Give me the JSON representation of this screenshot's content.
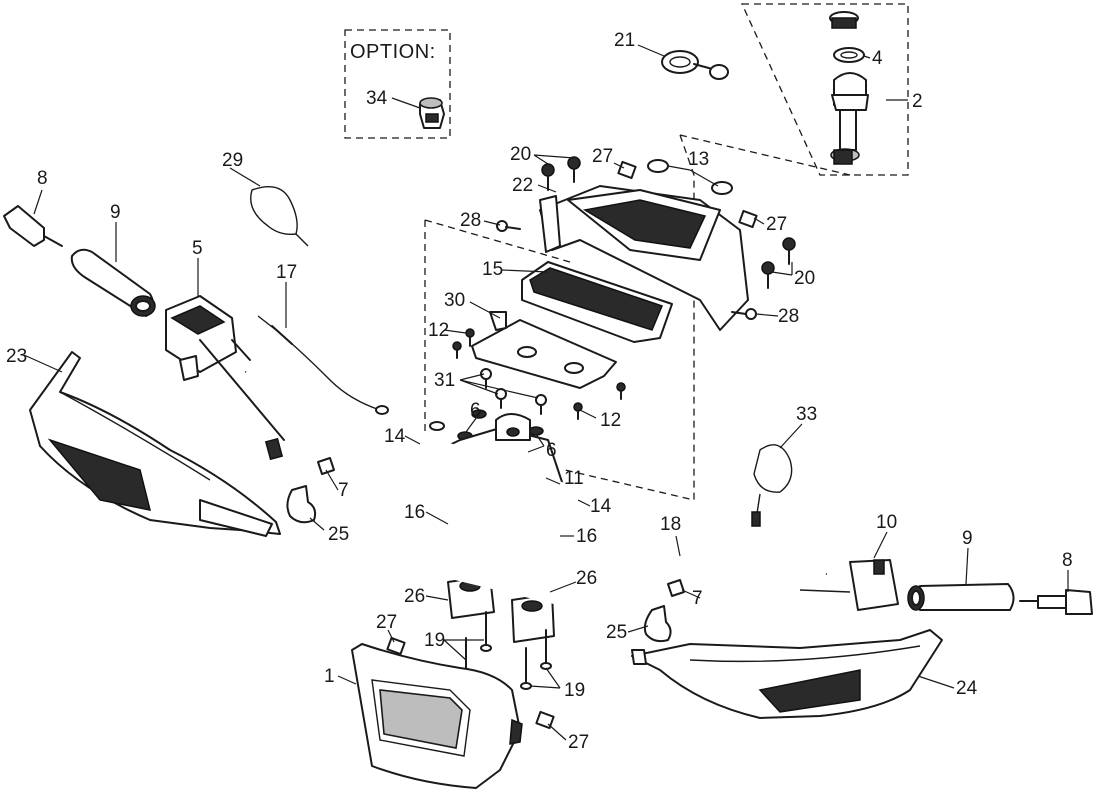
{
  "option_box": {
    "title": "OPTION:"
  },
  "callouts": {
    "c1": "1",
    "c2": "2",
    "c4": "4",
    "c5": "5",
    "c6a": "6",
    "c6b": "6",
    "c7a": "7",
    "c7b": "7",
    "c8a": "8",
    "c8b": "8",
    "c9a": "9",
    "c9b": "9",
    "c10": "10",
    "c11": "11",
    "c12a": "12",
    "c12b": "12",
    "c13": "13",
    "c14a": "14",
    "c14b": "14",
    "c15": "15",
    "c16a": "16",
    "c16b": "16",
    "c17": "17",
    "c18": "18",
    "c19a": "19",
    "c19b": "19",
    "c20a": "20",
    "c20b": "20",
    "c21": "21",
    "c22": "22",
    "c23": "23",
    "c24": "24",
    "c25a": "25",
    "c25b": "25",
    "c26a": "26",
    "c26b": "26",
    "c27a": "27",
    "c27b": "27",
    "c27c": "27",
    "c27d": "27",
    "c28a": "28",
    "c28b": "28",
    "c29": "29",
    "c30": "30",
    "c31": "31",
    "c33": "33",
    "c34": "34"
  }
}
